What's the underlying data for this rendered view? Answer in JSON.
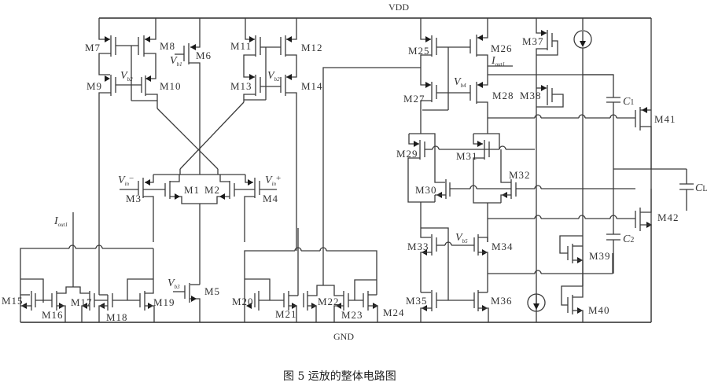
{
  "figure": {
    "caption": "图 5   运放的整体电路图",
    "rails": {
      "vdd": "VDD",
      "gnd": "GND"
    }
  },
  "transistors": {
    "M1": "M1",
    "M2": "M2",
    "M3": "M3",
    "M4": "M4",
    "M5": "M5",
    "M6": "M6",
    "M7": "M7",
    "M8": "M8",
    "M9": "M9",
    "M10": "M10",
    "M11": "M11",
    "M12": "M12",
    "M13": "M13",
    "M14": "M14",
    "M15": "M15",
    "M16": "M16",
    "M17": "M17",
    "M18": "M18",
    "M19": "M19",
    "M20": "M20",
    "M21": "M21",
    "M22": "M22",
    "M23": "M23",
    "M24": "M24",
    "M25": "M25",
    "M26": "M26",
    "M27": "M27",
    "M28": "M28",
    "M29": "M29",
    "M30": "M30",
    "M31": "M31",
    "M32": "M32",
    "M33": "M33",
    "M34": "M34",
    "M35": "M35",
    "M36": "M36",
    "M37": "M37",
    "M38": "M38",
    "M39": "M39",
    "M40": "M40",
    "M41": "M41",
    "M42": "M42"
  },
  "signals": {
    "vin_minus": {
      "main": "V",
      "sub": "in",
      "sign": "−"
    },
    "vin_plus": {
      "main": "V",
      "sub": "in",
      "sign": "+"
    },
    "vb1": {
      "main": "V",
      "sub": "b1"
    },
    "vb2_left": {
      "main": "V",
      "sub": "b2"
    },
    "vb2_right": {
      "main": "V",
      "sub": "b2"
    },
    "vb3": {
      "main": "V",
      "sub": "b3"
    },
    "vb4": {
      "main": "V",
      "sub": "b4"
    },
    "vb5": {
      "main": "V",
      "sub": "b5"
    },
    "iout1_left": {
      "main": "I",
      "sub": "out1"
    },
    "iout1_right": {
      "main": "I",
      "sub": "out1"
    }
  },
  "capacitors": {
    "c1": {
      "main": "C",
      "sub": "1"
    },
    "c2": {
      "main": "C",
      "sub": "2"
    },
    "cl": {
      "main": "C",
      "sub": "L"
    }
  },
  "current_sources": [
    "top-current-source",
    "bottom-current-source"
  ]
}
